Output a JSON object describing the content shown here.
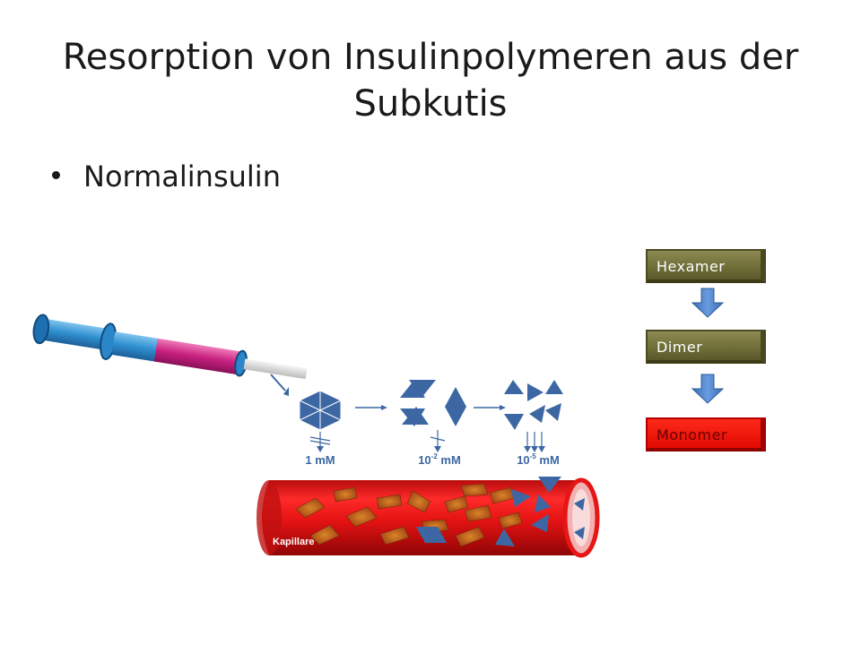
{
  "slide": {
    "title": "Resorption von Insulinpolymeren aus der Subkutis",
    "bullet": "Normalinsulin"
  },
  "legend": {
    "hexamer": "Hexamer",
    "dimer": "Dimer",
    "monomer": "Monomer"
  },
  "diagram": {
    "label_hexamer_conc": "1 mM",
    "label_dimer_conc_base": "10",
    "label_dimer_conc_exp": "-2",
    "label_dimer_conc_unit": " mM",
    "label_monomer_conc_base": "10",
    "label_monomer_conc_exp": "-5",
    "label_monomer_conc_unit": " mM",
    "capillary_label": "Kapillare"
  },
  "colors": {
    "molecule_blue": "#3c67a3",
    "vessel_red": "#e51616",
    "arrow_blue": "#4a7ec4",
    "syringe_blue": "#2f8fd0",
    "syringe_magenta": "#c8207f"
  }
}
